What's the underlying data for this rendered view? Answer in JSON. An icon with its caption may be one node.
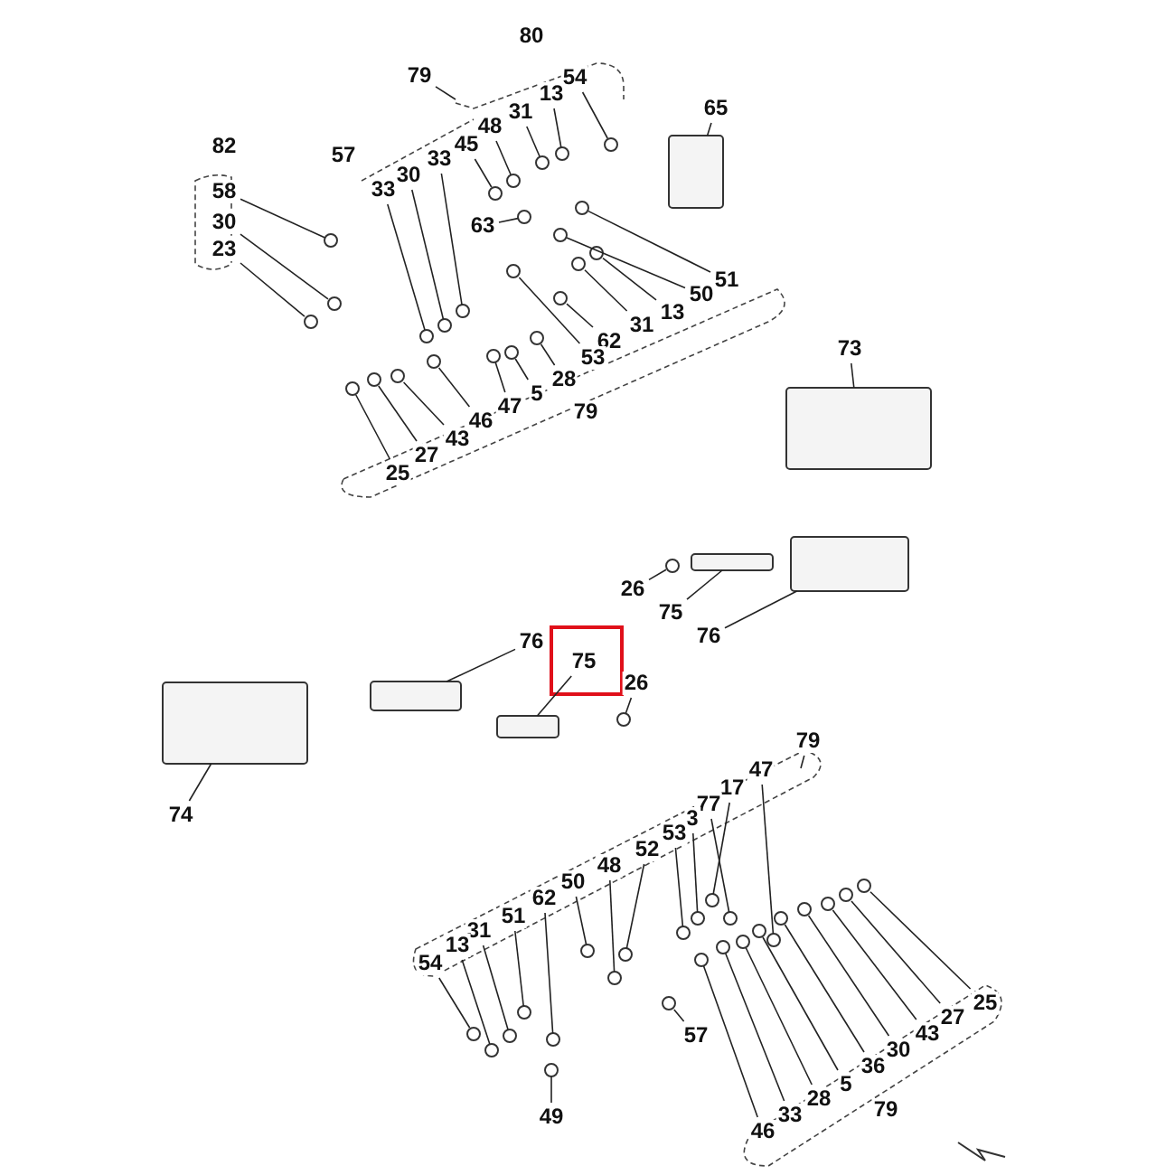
{
  "diagram": {
    "nodes": [
      {
        "text": [
          "79"
        ]
      },
      {
        "text": [
          "54"
        ]
      },
      {
        "text": [
          "13"
        ]
      },
      {
        "text": [
          "31"
        ]
      },
      {
        "text": [
          "65"
        ]
      },
      {
        "text": [
          "48"
        ]
      },
      {
        "text": [
          "45"
        ]
      },
      {
        "text": [
          "33"
        ]
      },
      {
        "text": [
          "30"
        ]
      },
      {
        "text": [
          "33"
        ]
      },
      {
        "text": [
          "58"
        ]
      },
      {
        "text": [
          "30"
        ]
      },
      {
        "text": [
          "23"
        ]
      },
      {
        "text": [
          "63"
        ]
      },
      {
        "text": [
          "51"
        ]
      },
      {
        "text": [
          "50"
        ]
      },
      {
        "text": [
          "13"
        ]
      },
      {
        "text": [
          "31"
        ]
      },
      {
        "text": [
          "62"
        ]
      },
      {
        "text": [
          "53"
        ]
      },
      {
        "text": [
          "28"
        ]
      },
      {
        "text": [
          "5"
        ]
      },
      {
        "text": [
          "47"
        ]
      },
      {
        "text": [
          "46"
        ]
      },
      {
        "text": [
          "43"
        ]
      },
      {
        "text": [
          "27"
        ]
      },
      {
        "text": [
          "25"
        ]
      },
      {
        "text": [
          "73"
        ]
      },
      {
        "text": [
          "26"
        ]
      },
      {
        "text": [
          "75"
        ]
      },
      {
        "text": [
          "76"
        ]
      },
      {
        "text": [
          "76"
        ]
      },
      {
        "text": [
          "75"
        ]
      },
      {
        "text": [
          "26"
        ]
      },
      {
        "text": [
          "74"
        ]
      },
      {
        "text": [
          "79"
        ]
      },
      {
        "text": [
          "47"
        ]
      },
      {
        "text": [
          "17"
        ]
      },
      {
        "text": [
          "77"
        ]
      },
      {
        "text": [
          "3"
        ]
      },
      {
        "text": [
          "53"
        ]
      },
      {
        "text": [
          "52"
        ]
      },
      {
        "text": [
          "48"
        ]
      },
      {
        "text": [
          "50"
        ]
      },
      {
        "text": [
          "62"
        ]
      },
      {
        "text": [
          "51"
        ]
      },
      {
        "text": [
          "31"
        ]
      },
      {
        "text": [
          "13"
        ]
      },
      {
        "text": [
          "54"
        ]
      },
      {
        "text": [
          "57"
        ]
      },
      {
        "text": [
          "49"
        ]
      },
      {
        "text": [
          "25"
        ]
      },
      {
        "text": [
          "27"
        ]
      },
      {
        "text": [
          "43"
        ]
      },
      {
        "text": [
          "30"
        ]
      },
      {
        "text": [
          "36"
        ]
      },
      {
        "text": [
          "5"
        ]
      },
      {
        "text": [
          "28"
        ]
      },
      {
        "text": [
          "33"
        ]
      },
      {
        "text": [
          "46"
        ]
      },
      {
        "text": [
          "80"
        ]
      },
      {
        "text": [
          "82"
        ]
      },
      {
        "text": [
          "57"
        ]
      },
      {
        "text": [
          "79"
        ]
      },
      {
        "text": [
          "79"
        ]
      },
      {
        "text": [],
        "shape": "circle"
      },
      {
        "text": [],
        "shape": "circle"
      },
      {
        "text": [],
        "shape": "circle"
      },
      {
        "text": [],
        "shape": "box"
      },
      {
        "text": [],
        "shape": "circle"
      },
      {
        "text": [],
        "shape": "circle"
      },
      {
        "text": [],
        "shape": "circle"
      },
      {
        "text": [],
        "shape": "circle"
      },
      {
        "text": [],
        "shape": "circle"
      },
      {
        "text": [],
        "shape": "circle"
      },
      {
        "text": [],
        "shape": "circle"
      },
      {
        "text": [],
        "shape": "circle"
      },
      {
        "text": [],
        "shape": "circle"
      },
      {
        "text": [],
        "shape": "circle"
      },
      {
        "text": [],
        "shape": "circle"
      },
      {
        "text": [],
        "shape": "circle"
      },
      {
        "text": [],
        "shape": "circle"
      },
      {
        "text": [],
        "shape": "circle"
      },
      {
        "text": [],
        "shape": "circle"
      },
      {
        "text": [],
        "shape": "circle"
      },
      {
        "text": [],
        "shape": "circle"
      },
      {
        "text": [],
        "shape": "circle"
      },
      {
        "text": [],
        "shape": "circle"
      },
      {
        "text": [],
        "shape": "circle"
      },
      {
        "text": [],
        "shape": "circle"
      },
      {
        "text": [],
        "shape": "circle"
      },
      {
        "text": [],
        "shape": "box"
      },
      {
        "text": [],
        "shape": "circle"
      },
      {
        "text": [],
        "shape": "box"
      },
      {
        "text": [],
        "shape": "box"
      },
      {
        "text": [],
        "shape": "box"
      },
      {
        "text": [],
        "shape": "box"
      },
      {
        "text": [],
        "shape": "circle"
      },
      {
        "text": [],
        "shape": "box"
      },
      {
        "text": [],
        "shape": "circle"
      },
      {
        "text": [],
        "shape": "circle"
      },
      {
        "text": [],
        "shape": "circle"
      },
      {
        "text": [],
        "shape": "circle"
      },
      {
        "text": [],
        "shape": "circle"
      },
      {
        "text": [],
        "shape": "circle"
      },
      {
        "text": [],
        "shape": "circle"
      },
      {
        "text": [],
        "shape": "circle"
      },
      {
        "text": [],
        "shape": "circle"
      },
      {
        "text": [],
        "shape": "circle"
      },
      {
        "text": [],
        "shape": "circle"
      },
      {
        "text": [],
        "shape": "circle"
      },
      {
        "text": [],
        "shape": "circle"
      },
      {
        "text": [],
        "shape": "circle"
      },
      {
        "text": [],
        "shape": "circle"
      },
      {
        "text": [],
        "shape": "circle"
      },
      {
        "text": [],
        "shape": "circle"
      },
      {
        "text": [],
        "shape": "circle"
      },
      {
        "text": [],
        "shape": "circle"
      },
      {
        "text": [],
        "shape": "circle"
      },
      {
        "text": [],
        "shape": "circle"
      },
      {
        "text": [],
        "shape": "circle"
      },
      {
        "text": [],
        "shape": "circle"
      },
      {
        "text": [],
        "shape": "circle"
      }
    ],
    "edges": [
      {
        "from": 0,
        "to": null,
        "arrow": "none"
      },
      {
        "from": 1,
        "to": 65,
        "arrow": "none"
      },
      {
        "from": 2,
        "to": 66,
        "arrow": "none"
      },
      {
        "from": 3,
        "to": 67,
        "arrow": "none"
      },
      {
        "from": 4,
        "to": 68,
        "arrow": "none"
      },
      {
        "from": 5,
        "to": 69,
        "arrow": "none"
      },
      {
        "from": 6,
        "to": 70,
        "arrow": "none"
      },
      {
        "from": 7,
        "to": 71,
        "arrow": "none"
      },
      {
        "from": 8,
        "to": 72,
        "arrow": "none"
      },
      {
        "from": 9,
        "to": 73,
        "arrow": "none"
      },
      {
        "from": 10,
        "to": 74,
        "arrow": "none"
      },
      {
        "from": 11,
        "to": 75,
        "arrow": "none"
      },
      {
        "from": 12,
        "to": 76,
        "arrow": "none"
      },
      {
        "from": 13,
        "to": 77,
        "arrow": "none"
      },
      {
        "from": 14,
        "to": 78,
        "arrow": "none"
      },
      {
        "from": 15,
        "to": 79,
        "arrow": "none"
      },
      {
        "from": 16,
        "to": 80,
        "arrow": "none"
      },
      {
        "from": 17,
        "to": 81,
        "arrow": "none"
      },
      {
        "from": 18,
        "to": 82,
        "arrow": "none"
      },
      {
        "from": 19,
        "to": 83,
        "arrow": "none"
      },
      {
        "from": 20,
        "to": 84,
        "arrow": "none"
      },
      {
        "from": 21,
        "to": 85,
        "arrow": "none"
      },
      {
        "from": 22,
        "to": 86,
        "arrow": "none"
      },
      {
        "from": 23,
        "to": 87,
        "arrow": "none"
      },
      {
        "from": 24,
        "to": 88,
        "arrow": "none"
      },
      {
        "from": 25,
        "to": 89,
        "arrow": "none"
      },
      {
        "from": 26,
        "to": 90,
        "arrow": "none"
      },
      {
        "from": 27,
        "to": 91,
        "arrow": "none"
      },
      {
        "from": 28,
        "to": 92,
        "arrow": "none"
      },
      {
        "from": 29,
        "to": 93,
        "arrow": "none"
      },
      {
        "from": 30,
        "to": 94,
        "arrow": "none"
      },
      {
        "from": 31,
        "to": 95,
        "arrow": "none"
      },
      {
        "from": 32,
        "to": 96,
        "arrow": "none"
      },
      {
        "from": 33,
        "to": 97,
        "arrow": "none"
      },
      {
        "from": 34,
        "to": 98,
        "arrow": "none"
      },
      {
        "from": 35,
        "to": null,
        "arrow": "none"
      },
      {
        "from": 36,
        "to": 99,
        "arrow": "none"
      },
      {
        "from": 37,
        "to": 100,
        "arrow": "none"
      },
      {
        "from": 38,
        "to": 101,
        "arrow": "none"
      },
      {
        "from": 39,
        "to": 102,
        "arrow": "none"
      },
      {
        "from": 40,
        "to": 103,
        "arrow": "none"
      },
      {
        "from": 41,
        "to": 104,
        "arrow": "none"
      },
      {
        "from": 42,
        "to": 105,
        "arrow": "none"
      },
      {
        "from": 43,
        "to": 106,
        "arrow": "none"
      },
      {
        "from": 44,
        "to": 107,
        "arrow": "none"
      },
      {
        "from": 45,
        "to": 108,
        "arrow": "none"
      },
      {
        "from": 46,
        "to": 109,
        "arrow": "none"
      },
      {
        "from": 47,
        "to": 110,
        "arrow": "none"
      },
      {
        "from": 48,
        "to": 111,
        "arrow": "none"
      },
      {
        "from": 49,
        "to": 112,
        "arrow": "none"
      },
      {
        "from": 50,
        "to": 113,
        "arrow": "none"
      },
      {
        "from": 51,
        "to": 114,
        "arrow": "none"
      },
      {
        "from": 52,
        "to": 115,
        "arrow": "none"
      },
      {
        "from": 53,
        "to": 116,
        "arrow": "none"
      },
      {
        "from": 54,
        "to": 117,
        "arrow": "none"
      },
      {
        "from": 55,
        "to": 118,
        "arrow": "none"
      },
      {
        "from": 56,
        "to": 119,
        "arrow": "none"
      },
      {
        "from": 57,
        "to": 120,
        "arrow": "none"
      },
      {
        "from": 58,
        "to": 121,
        "arrow": "none"
      },
      {
        "from": 59,
        "to": 122,
        "arrow": "none"
      }
    ]
  }
}
